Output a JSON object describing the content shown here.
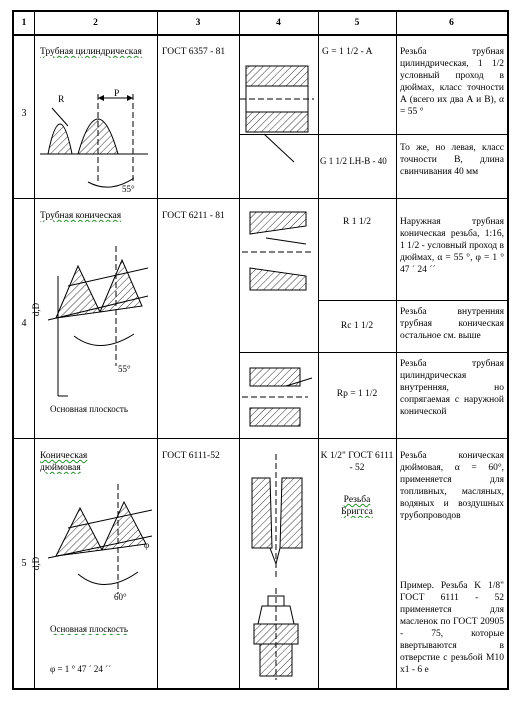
{
  "header": {
    "c1": "1",
    "c2": "2",
    "c3": "3",
    "c4": "4",
    "c5": "5",
    "c6": "6"
  },
  "rows": [
    {
      "num": "3",
      "name": "Трубная цилиндрическая",
      "labels": {
        "r": "R",
        "p": "P",
        "angle": "55°"
      },
      "gost": "ГОСТ 6357 - 81",
      "sub": [
        {
          "designation": "G = 1 1/2 - A",
          "description": "Резьба трубная цилиндрическая, 1 1/2 условный проход в дюймах, класс точности А (всего их два А и В), α = 55 °"
        },
        {
          "designation": "G 1 1/2 LH-B - 40",
          "description": "То же, но левая, класс точности В, длина свинчивания 40 мм"
        }
      ]
    },
    {
      "num": "4",
      "name": "Трубная коническая",
      "labels": {
        "axis": "d,D",
        "angle": "55°",
        "plane": "Основная плоскость"
      },
      "gost": "ГОСТ 6211 - 81",
      "sub": [
        {
          "designation": "R 1 1/2",
          "description": "Наружная трубная коническая резьба, 1:16, 1 1/2 - условный проход в дюймах, α = 55 °, φ = 1 ° 47 ´ 24 ´´"
        },
        {
          "designation": "Rc 1 1/2",
          "description": "Резьба внутренняя трубная коническая остальное см. выше"
        },
        {
          "designation": "Rp = 1 1/2",
          "description": "Резьба трубная цилиндрическая внутренняя, но сопрягаемая с наружной конической"
        }
      ]
    },
    {
      "num": "5",
      "name": "Коническая дюймовая",
      "labels": {
        "axis": "d,D",
        "angle": "60°",
        "plane": "Основная плоскость",
        "phi_short": "φ"
      },
      "phi": "φ = 1 ° 47 ´ 24 ´´",
      "gost": "ГОСТ 6111-52",
      "designation": "K 1/2\" ГОСТ 6111 - 52",
      "designation2": "Резьба Бриггса",
      "description": "Резьба коническая дюймовая, α = 60°, применяется для топливных, масляных, водяных и воздушных трубопроводов",
      "example": "Пример. Резьба K 1/8\" ГОСТ 6111 - 52 применяется для масленок по ГОСТ 20905 - 75, которые ввертываются в отверстие с резьбой M10 x1 - 6 е"
    }
  ]
}
